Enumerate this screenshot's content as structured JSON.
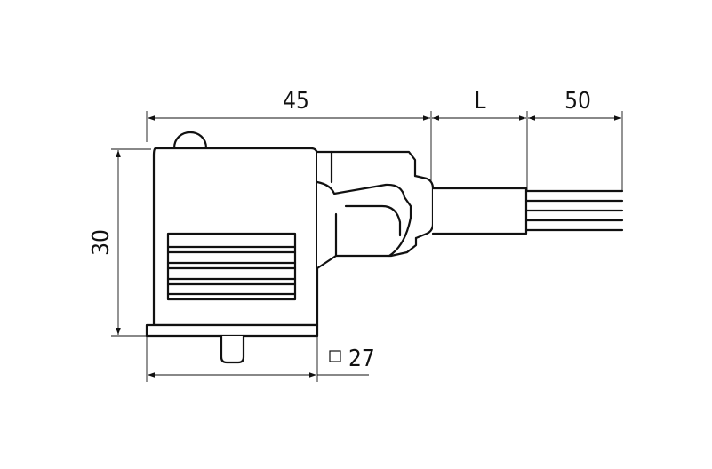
{
  "dimensions": {
    "width_top": "45",
    "length": "L",
    "strip_length": "50",
    "height": "30",
    "square": "27"
  },
  "colors": {
    "line": "#111111",
    "background": "#ffffff"
  }
}
